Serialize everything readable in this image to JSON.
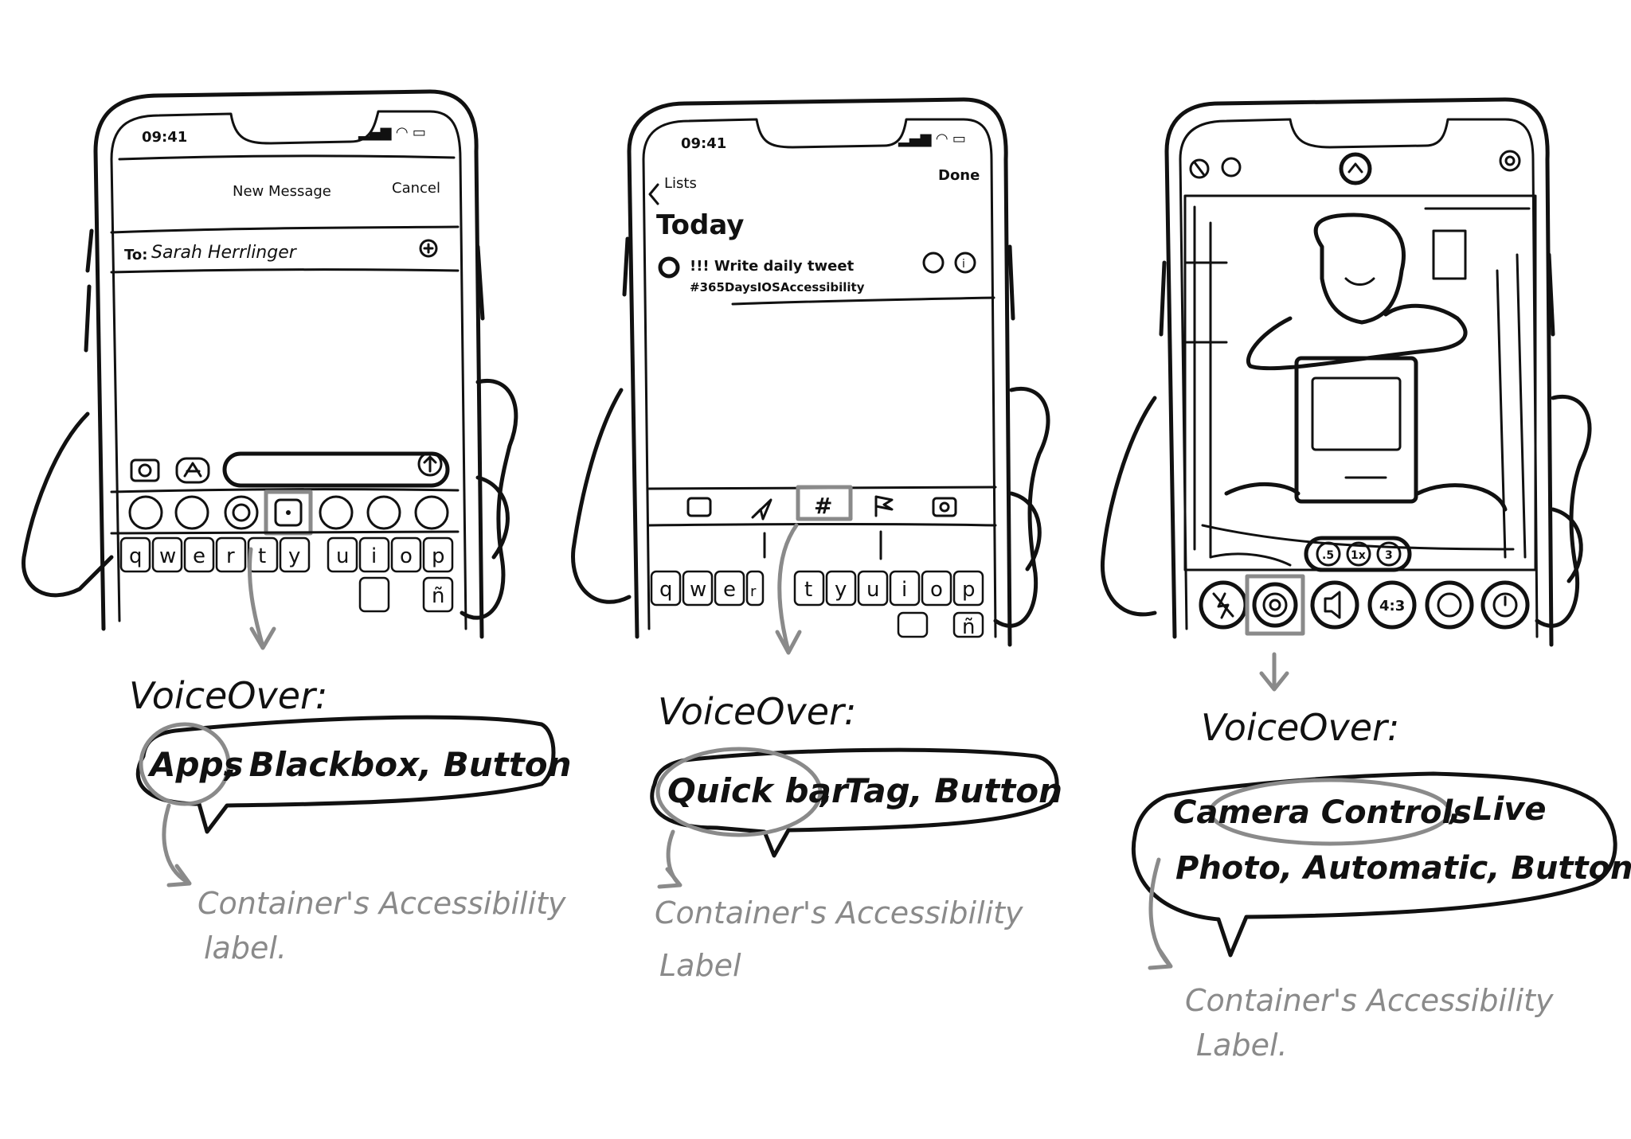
{
  "phone1": {
    "time": "09:41",
    "title": "New Message",
    "cancel": "Cancel",
    "to_label": "To:",
    "to_value": "Sarah Herrlinger",
    "keys": [
      "q",
      "w",
      "e",
      "r",
      "t",
      "y",
      "u",
      "i",
      "o",
      "p"
    ],
    "extra_key": "ñ"
  },
  "phone2": {
    "time": "09:41",
    "back": "Lists",
    "done": "Done",
    "heading": "Today",
    "task": "!!! Write daily tweet",
    "hashtag": "#365DaysIOSAccessibility",
    "keys": [
      "q",
      "w",
      "e",
      "r",
      "t",
      "y",
      "u",
      "i",
      "o",
      "p"
    ],
    "extra_key": "ñ"
  },
  "phone3": {
    "zoom": [
      ".5",
      "1x",
      "3"
    ],
    "aspect": "4:3"
  },
  "panel1": {
    "voiceover": "VoiceOver:",
    "bubble_highlight": "Apps",
    "bubble_rest": ", Blackbox, Button",
    "caption_line1": "Container's Accessibility",
    "caption_line2": "label."
  },
  "panel2": {
    "voiceover": "VoiceOver:",
    "bubble_highlight": "Quick bar",
    "bubble_rest": ", Tag, Button",
    "caption_line1": "Container's Accessibility",
    "caption_line2": "Label"
  },
  "panel3": {
    "voiceover": "VoiceOver:",
    "bubble_highlight": "Camera Controls",
    "bubble_rest1": ", Live",
    "bubble_rest2": "Photo, Automatic, Button",
    "caption_line1": "Container's Accessibility",
    "caption_line2": "Label."
  },
  "colors": {
    "ink": "#111111",
    "highlight": "#8a8a8a",
    "background": "#ffffff"
  }
}
